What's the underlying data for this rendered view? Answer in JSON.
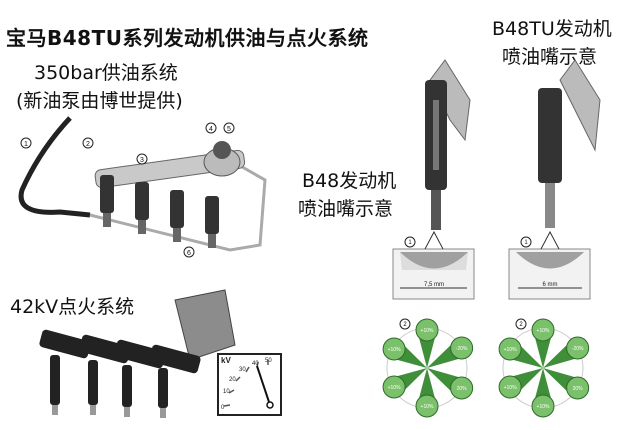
{
  "title": "宝马B48TU系列发动机供油与点火系统",
  "fuel_system": {
    "heading": "350bar供油系统",
    "subheading": "(新油泵由博世提供)",
    "callouts": [
      "1",
      "2",
      "3",
      "4",
      "5",
      "6"
    ]
  },
  "ignition_system": {
    "heading": "42kV点火系统",
    "gauge": {
      "unit": "kV",
      "ticks": [
        "0",
        "10",
        "20",
        "30",
        "40",
        "50"
      ],
      "needle_value": 42
    }
  },
  "b48": {
    "heading_line1": "B48发动机",
    "heading_line2": "喷油嘴示意",
    "callout_1": "1",
    "callout_2": "2",
    "dimension": "7,5 mm",
    "spray_labels": [
      "+10%",
      "+10%",
      "+10%",
      "+10%",
      "-20%",
      "20%"
    ]
  },
  "b48tu": {
    "heading_line1": "B48TU发动机",
    "heading_line2": "喷油嘴示意",
    "callout_1": "1",
    "callout_2": "2",
    "dimension": "6 mm",
    "spray_labels": [
      "+10%",
      "+10%",
      "+10%",
      "+10%",
      "-20%",
      "20%"
    ]
  },
  "colors": {
    "spray_green": "#3f8f3a",
    "spray_light": "#7bc06a",
    "metal_gray": "#9a9a9a"
  }
}
